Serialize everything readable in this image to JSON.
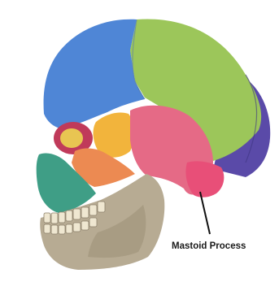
{
  "diagram": {
    "callout": "Mastoid Process",
    "bones": [
      {
        "name": "frontal",
        "color": "#4f86d6"
      },
      {
        "name": "parietal",
        "color": "#9cc65a"
      },
      {
        "name": "occipital",
        "color": "#5a4aa8"
      },
      {
        "name": "temporal",
        "color": "#e56a86"
      },
      {
        "name": "sphenoid",
        "color": "#f2b43c"
      },
      {
        "name": "zygomatic",
        "color": "#ec8a52"
      },
      {
        "name": "maxilla",
        "color": "#3f9e86"
      },
      {
        "name": "mandible",
        "color": "#b7ab93"
      },
      {
        "name": "nasal",
        "color": "#e8c552"
      }
    ]
  }
}
